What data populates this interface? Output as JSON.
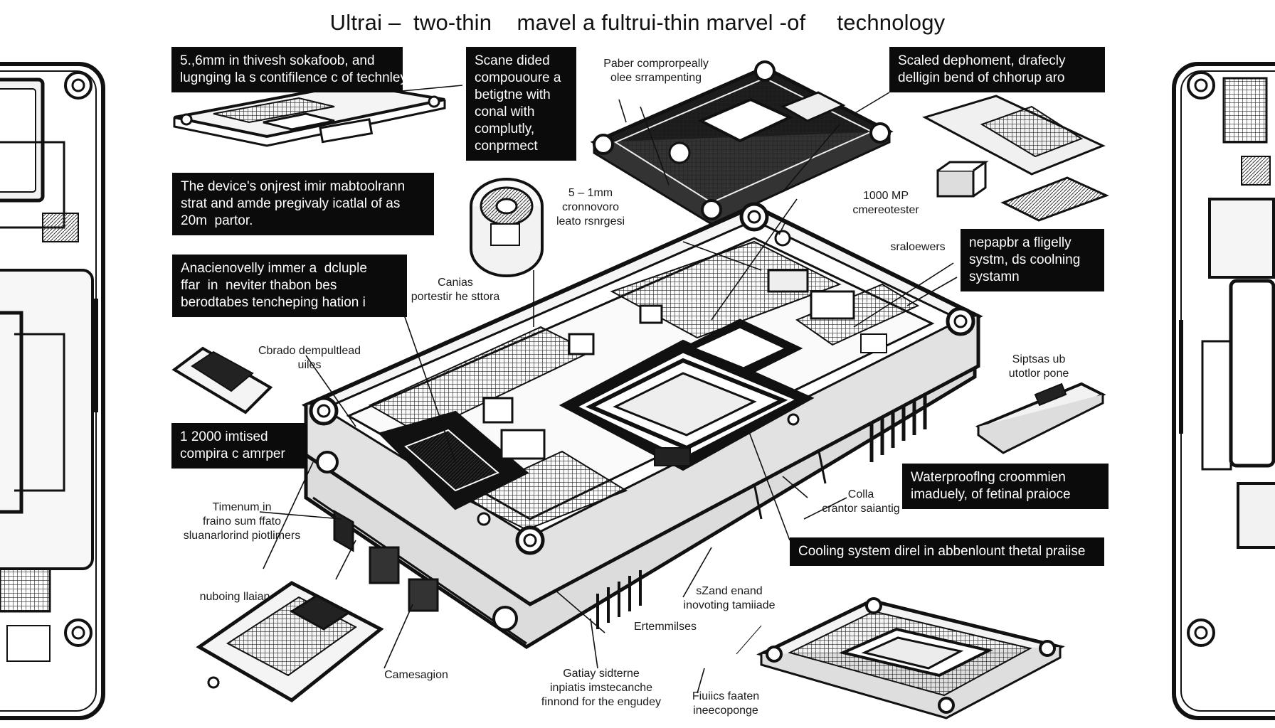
{
  "title": "Ultrai –  two-thin    mavel a fultrui-thin marvel -of     technology",
  "boxes": {
    "b1": "5.,6mm in thivesh sokafoob, and\nlugnging la s contifilence c of technley",
    "b2": "Scane dided\ncompououre a\nbetigtne with\nconal with\ncomplutly,\nconprmect",
    "b3": "Scaled dephoment, drafecly\ndelligin bend of chhorup aro",
    "b4": "The device's onjrest imir mabtoolrann\nstrat and amde pregivaly icatlal of as\n20m  partor.",
    "b5": "Anacienovelly immer a  dcluple\nffar  in  neviter thabon bes\nberodtabes tencheping hation i",
    "b6": "nepapbr a fligelly\nsystm, ds coolning\nsystamn",
    "b7": "1 2000 imtised\ncompira c amrper",
    "b8": "Waterprooflng croommien\nimaduely, of fetinal praioce",
    "b9": "Cooling system direl in abbenlount thetal praiise"
  },
  "labels": {
    "l1": "Paber comprorpeally\nolee srrampenting",
    "l2": "5 – 1mm\ncronnovoro\nleato rsnrgesi",
    "l3": "1000 MP\ncmereotester",
    "l4": "sraloewers",
    "l5": "Canias\nportestir he sttora",
    "l6": "Cbrado dempultlead\nuiles",
    "l7": "Siptsas ub\nutotlor pone",
    "l8": "Timenum in\nfraino sum ffato\nsluanarlorind piotlimers",
    "l9": "Colla\ncrantor saiantig",
    "l10": "nuboing llaian",
    "l11": "sZand enand\ninovoting tamiiade",
    "l12": "Ertemmilses",
    "l13": "Camesagion",
    "l14": "Gatiay sidterne\ninpiatis imstecanche\nfinnond for the engudey",
    "l15": "Fiuiics faaten\nineecoponge"
  }
}
